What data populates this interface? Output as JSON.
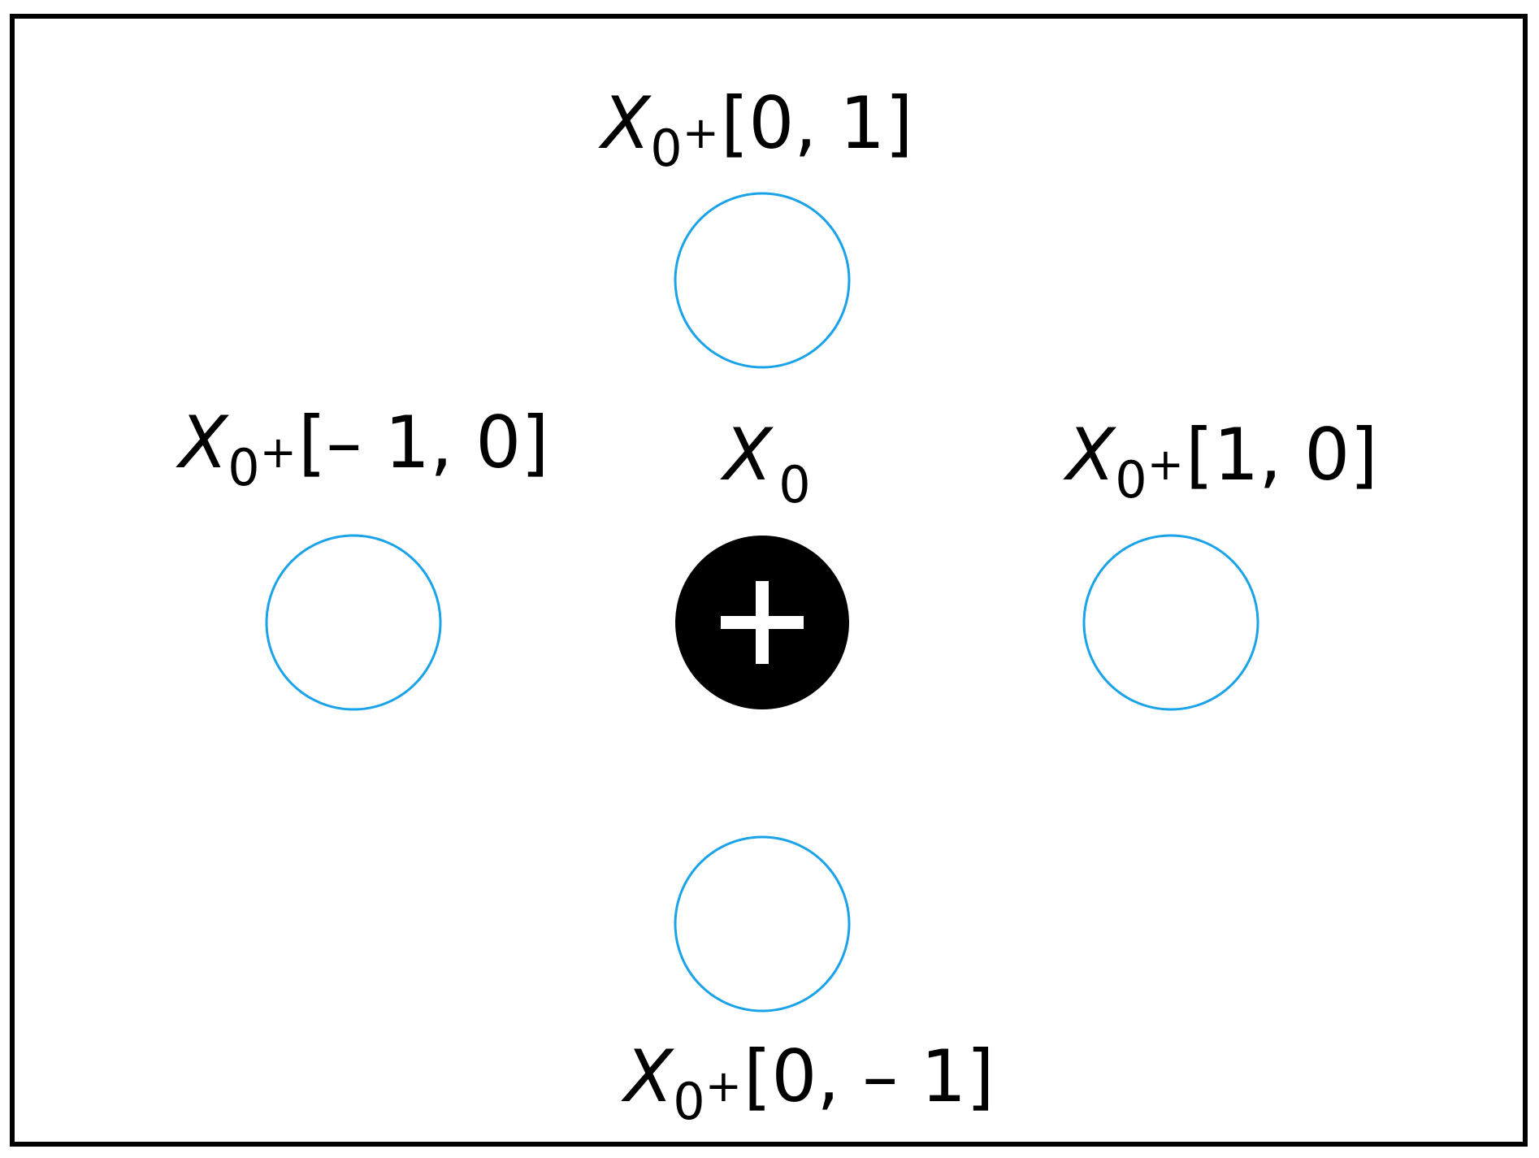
{
  "colors": {
    "frame": "#000000",
    "neighbor_ring": "#1aa3e8",
    "center_fill": "#000000",
    "center_glyph": "#ffffff"
  },
  "center": {
    "label_var": "X",
    "label_sub": "0",
    "icon": "plus-icon"
  },
  "neighbors": {
    "top": {
      "var": "X",
      "sub": "0",
      "op": "+",
      "offset": "[0, 1]"
    },
    "left": {
      "var": "X",
      "sub": "0",
      "op": "+",
      "offset": "[– 1, 0]"
    },
    "right": {
      "var": "X",
      "sub": "0",
      "op": "+",
      "offset": "[1, 0]"
    },
    "bottom": {
      "var": "X",
      "sub": "0",
      "op": "+",
      "offset": "[0, – 1]"
    }
  }
}
